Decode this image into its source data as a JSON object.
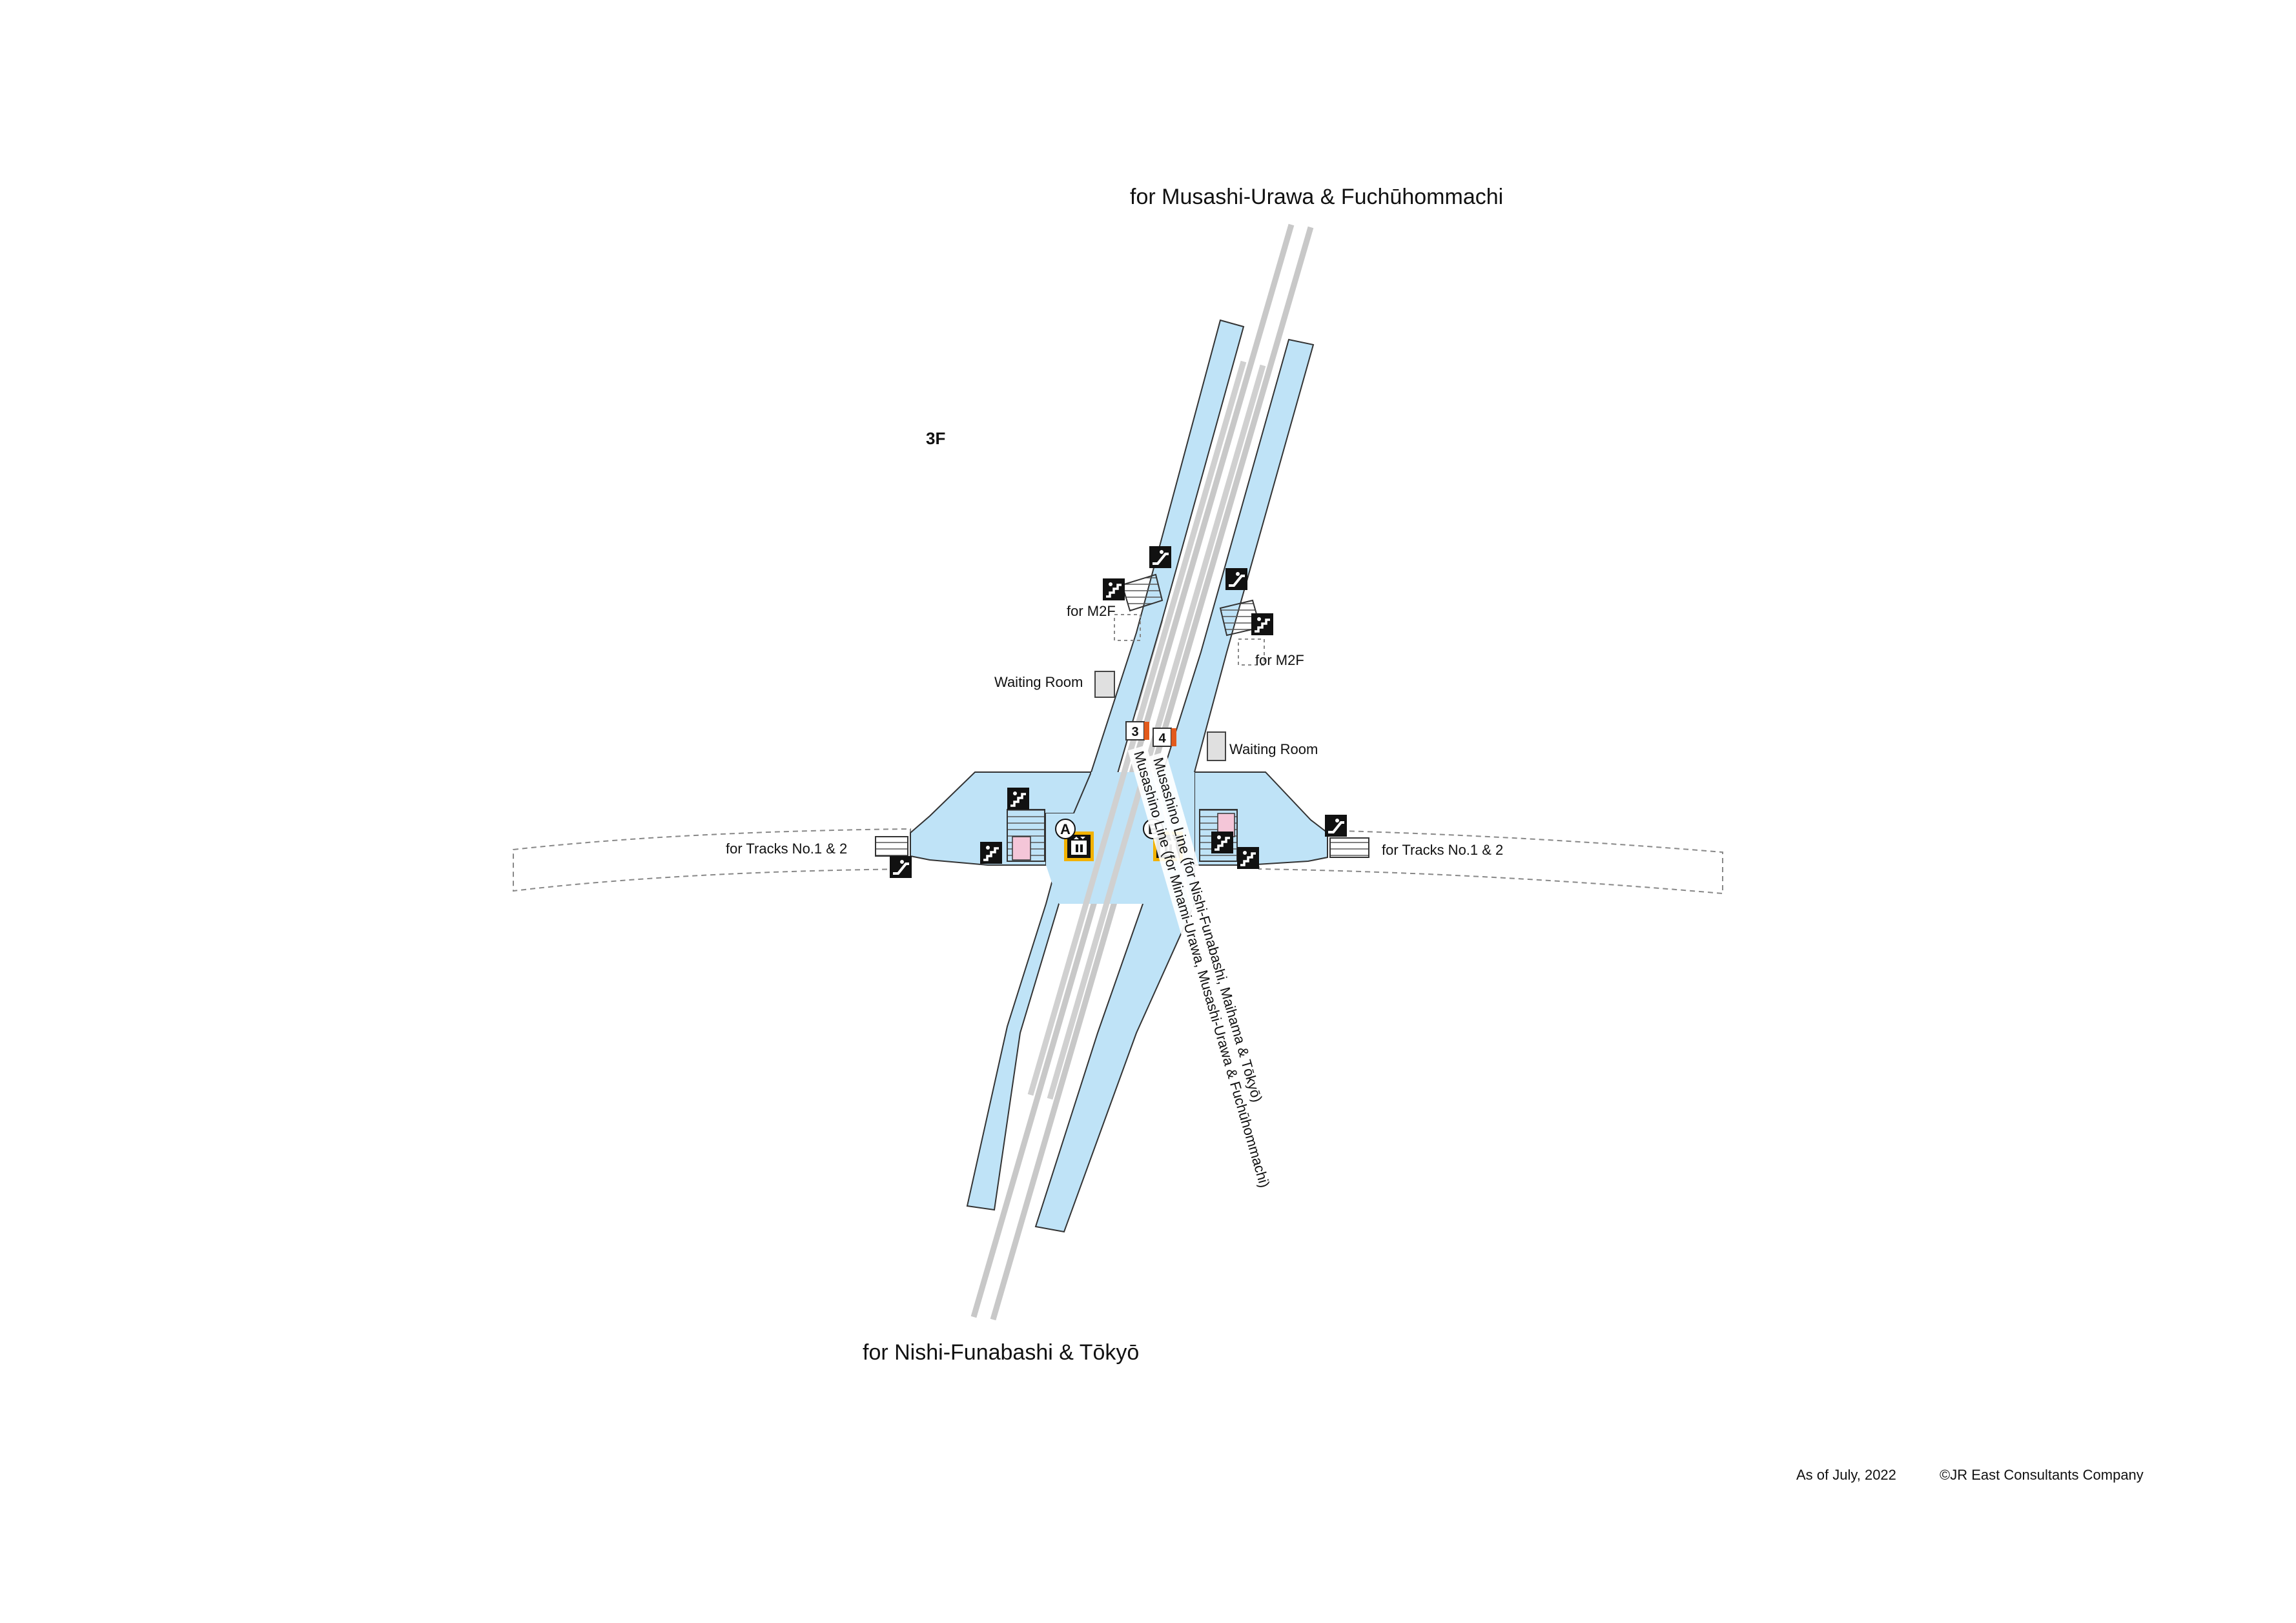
{
  "floor": "3F",
  "directions": {
    "north": "for Musashi-Urawa & Fuchūhommachi",
    "south": "for Nishi-Funabashi & Tōkyō"
  },
  "labels": {
    "m2f_left": "for M2F",
    "m2f_right": "for M2F",
    "waiting_left": "Waiting Room",
    "waiting_right": "Waiting Room",
    "tracks_left": "for Tracks No.1 & 2",
    "tracks_right": "for Tracks No.1 & 2"
  },
  "lines": {
    "inbound": "Musashino Line (for Nishi-Funabashi, Maihama & Tōkyō)",
    "outbound": "Musashino Line (for Minami-Urawa, Musashi-Urawa & Fuchūhommachi)"
  },
  "platform_numbers": [
    "3",
    "4"
  ],
  "elevators": [
    "A",
    "B"
  ],
  "footer": {
    "as_of": "As of July, 2022",
    "copyright": "©JR East Consultants Company"
  },
  "colors": {
    "platform": "#bfe3f7",
    "outline": "#333333",
    "elevator_frame": "#f2b200",
    "platform_marker": "#e25a1c",
    "restroom": "#f4c6d8"
  },
  "icons": [
    "stairs-icon",
    "escalator-icon",
    "elevator-icon"
  ]
}
